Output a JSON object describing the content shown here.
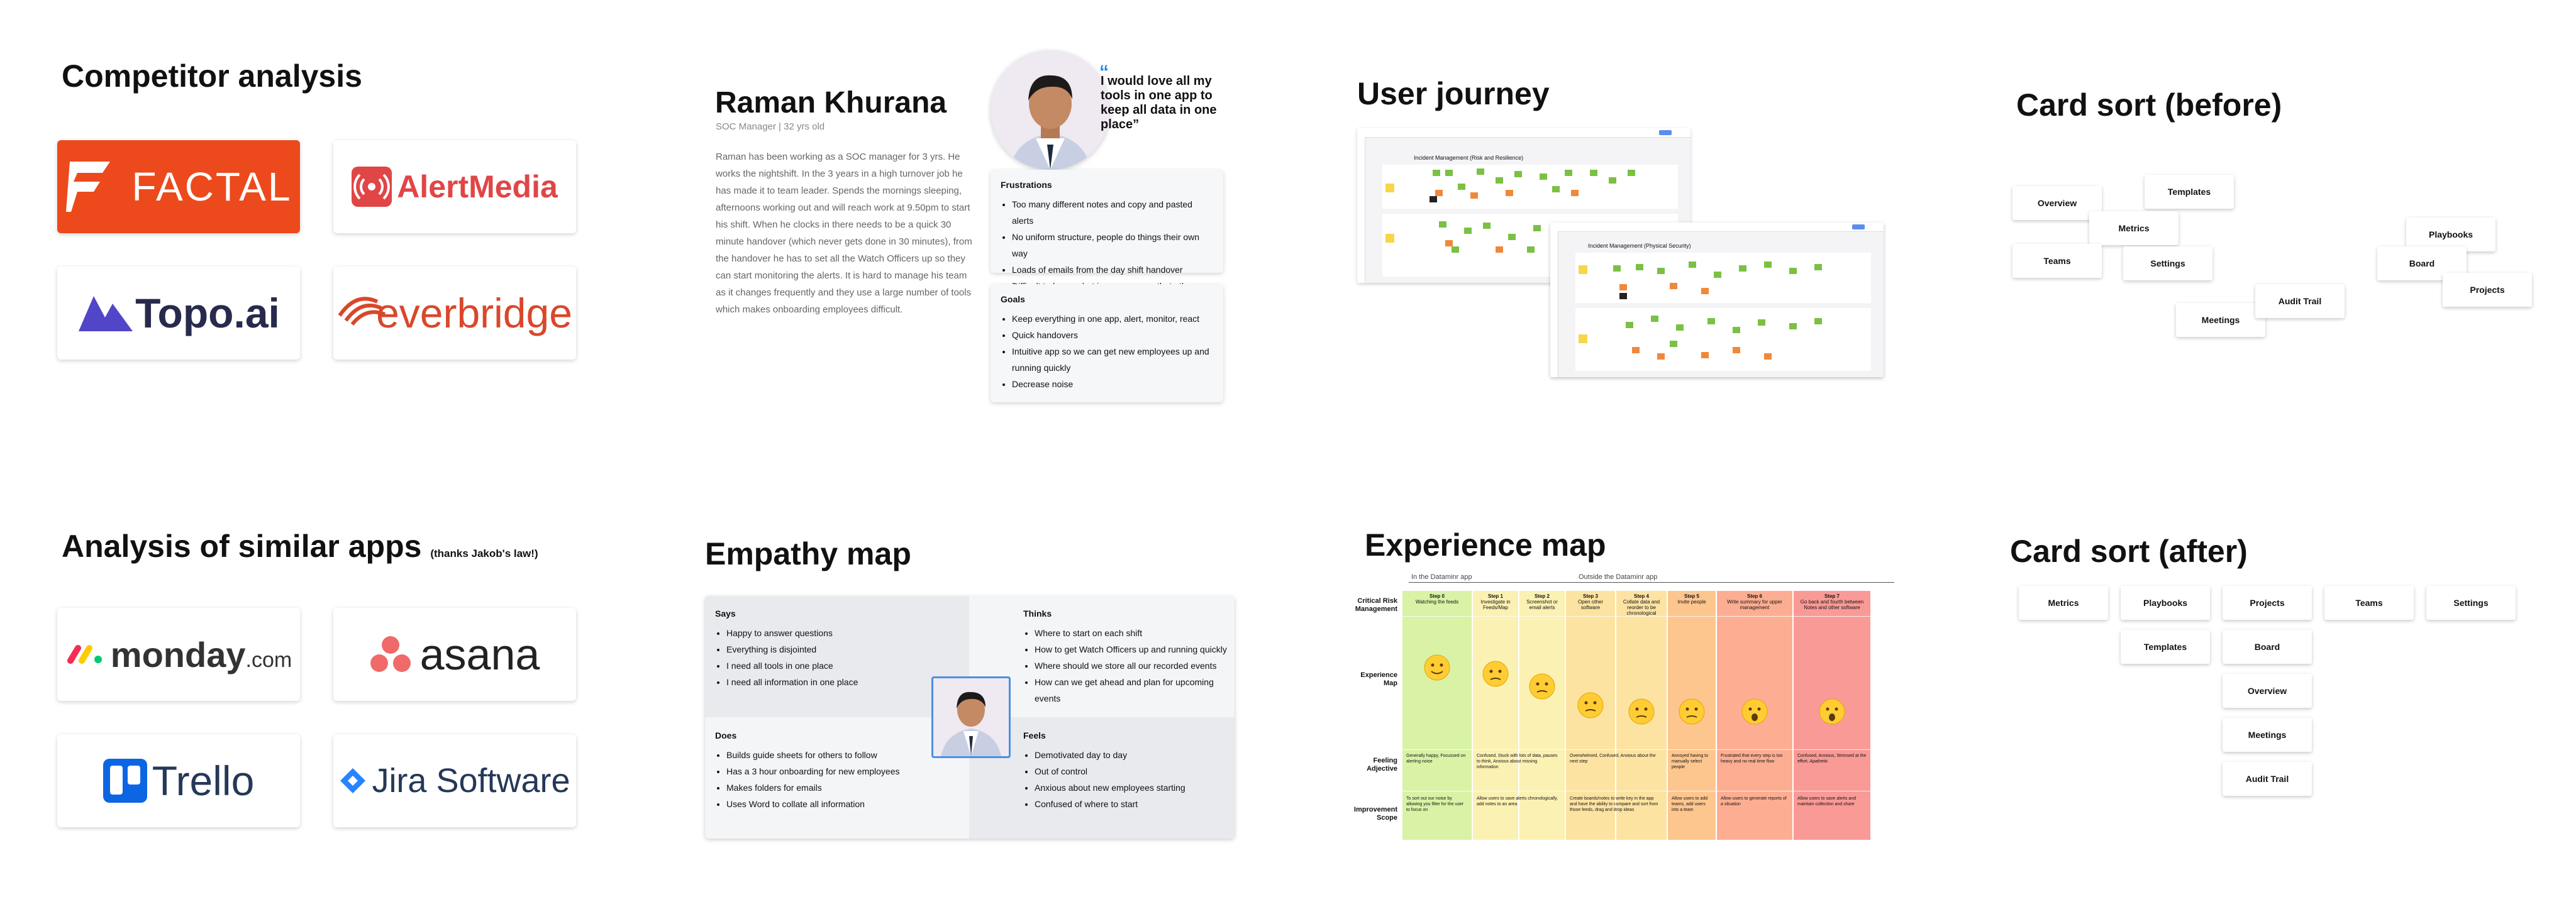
{
  "competitor": {
    "title": "Competitor analysis",
    "logos": [
      "FACTAL",
      "AlertMedia",
      "Topo.ai",
      "everbridge"
    ]
  },
  "similar": {
    "title": "Analysis of similar apps",
    "subtitle": "(thanks Jakob's law!)",
    "logos": [
      "monday",
      ".com",
      "asana",
      "Trello",
      "Jira Software"
    ]
  },
  "persona": {
    "name": "Raman Khurana",
    "role": "SOC Manager | 32 yrs old",
    "bio": "Raman has been working as a SOC manager for 3 yrs. He works the nightshift. In the 3 years in a high turnover job he has made it to team leader. Spends the mornings sleeping, afternoons working out and will reach work at 9.50pm to start his shift. When he clocks in there needs to be a quick 30 minute handover (which never gets done in 30 minutes), from the handover he has to set all the Watch Officers up so they can start monitoring the alerts. It is hard to manage his team as it changes frequently and they use a large number of tools which makes onboarding employees difficult.",
    "quote": "I would love all my tools in one app to keep all data in one place”",
    "frustrations_title": "Frustrations",
    "frustrations": [
      "Too many different notes and copy and pasted alerts",
      "No uniform structure, people do things their own way",
      "Loads of emails from the day shift handover",
      "Difficult to know what is more severe that others"
    ],
    "goals_title": "Goals",
    "goals": [
      "Keep everything in one app, alert, monitor, react",
      "Quick handovers",
      "Intuitive app so we can get new employees up and running quickly",
      "Decrease noise"
    ]
  },
  "empathy": {
    "title": "Empathy map",
    "says_title": "Says",
    "says": [
      "Happy to answer questions",
      "Everything is disjointed",
      "I need all tools in one place",
      "I need all information in one place"
    ],
    "thinks_title": "Thinks",
    "thinks": [
      "Where to start on each shift",
      "How to get Watch Officers up and running quickly",
      "Where should we store all our recorded events",
      "How can we get ahead and plan for upcoming events"
    ],
    "does_title": "Does",
    "does": [
      "Builds guide sheets for others to follow",
      "Has a 3 hour onboarding for new employees",
      "Makes folders for emails",
      "Uses Word to collate all information"
    ],
    "feels_title": "Feels",
    "feels": [
      "Demotivated day to day",
      "Out of control",
      "Anxious about new employees starting",
      "Confused of where to start"
    ]
  },
  "journey": {
    "title": "User journey",
    "board1_title": "Incident Management (Risk and Resilience)",
    "board2_title": "Incident Management (Physical Security)"
  },
  "experience": {
    "title": "Experience map",
    "in_app": "In the Dataminr app",
    "out_app": "Outside the Dataminr app",
    "rows": [
      "Critical Risk Management",
      "Experience Map",
      "Feeling Adjective",
      "Improvement Scope"
    ],
    "steps": [
      {
        "step": "Step 0",
        "label": "Watching the feeds",
        "color": "#d9f2a6"
      },
      {
        "step": "Step 1",
        "label": "Investigate in Feeds/Map",
        "color": "#fbf1b3"
      },
      {
        "step": "Step 2",
        "label": "Screenshot or email alerts",
        "color": "#fbf1b3"
      },
      {
        "step": "Step 3",
        "label": "Open other software",
        "color": "#fde3a2"
      },
      {
        "step": "Step 4",
        "label": "Collate data and reorder to be chronological",
        "color": "#fde3a2"
      },
      {
        "step": "Step 5",
        "label": "Invite people",
        "color": "#fdc68f"
      },
      {
        "step": "Step 6",
        "label": "Write summary for upper management",
        "color": "#fdae92"
      },
      {
        "step": "Step 7",
        "label": "Go back and fourth between Notes and other software",
        "color": "#f99a96"
      }
    ],
    "feelings": [
      "Generally happy, Focussed on alerting noise",
      "Confused, Stuck with lots of data, pauses to think, Anxious about missing information",
      "Overwhelmed, Confused, Anxious about the next step",
      "Annoyed having to manually select people",
      "Frustrated that every step is too heavy and no real time flow",
      "Confused, Anxious, Stressed at the effort, Apathetic"
    ],
    "improvements": [
      "To sort out our noise by allowing you filter for the user to focus on",
      "Allow users to save alerts chronologically, add notes to an area",
      "Create boards/notes to write key in the app and have the ability to compare and sort from those feeds, drag and drop ideas",
      "Allow users to add teams, add users into a team",
      "Allow users to generate reports of a situation",
      "Allow users to save alerts and maintain collection and share"
    ]
  },
  "card_before": {
    "title": "Card sort (before)",
    "cards": [
      "Overview",
      "Templates",
      "Metrics",
      "Teams",
      "Settings",
      "Meetings",
      "Audit Trail",
      "Playbooks",
      "Board",
      "Projects"
    ]
  },
  "card_after": {
    "title": "Card sort (after)",
    "cards": [
      "Metrics",
      "Playbooks",
      "Projects",
      "Teams",
      "Settings",
      "Templates",
      "Board",
      "Overview",
      "Meetings",
      "Audit Trail"
    ]
  },
  "colors": {
    "factal": "#ec4a1c",
    "alertmedia": "#e04646",
    "topo": "#5246c8",
    "everbridge": "#d9472b",
    "asana": "#f06a6a",
    "trello": "#0c66e4",
    "jira": "#2684ff"
  }
}
